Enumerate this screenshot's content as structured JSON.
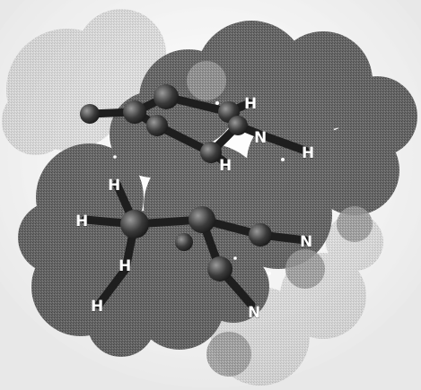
{
  "image": {
    "description_free": true,
    "atom_labels": [
      {
        "id": "h-top-right",
        "text": "H"
      },
      {
        "id": "n-top",
        "text": "N"
      },
      {
        "id": "h-far-right",
        "text": "H"
      },
      {
        "id": "h-top-lower",
        "text": "H"
      },
      {
        "id": "h-upper-left",
        "text": "H"
      },
      {
        "id": "h-left",
        "text": "H"
      },
      {
        "id": "n-right",
        "text": "N"
      },
      {
        "id": "h-mid",
        "text": "H"
      },
      {
        "id": "h-bottom-left",
        "text": "H"
      },
      {
        "id": "n-bottom",
        "text": "N"
      }
    ],
    "colors": {
      "surface_dark": "#6b6b6b",
      "surface_light": "#e8e8e8",
      "background": "#ffffff",
      "atoms": "#2a2a2a"
    }
  }
}
